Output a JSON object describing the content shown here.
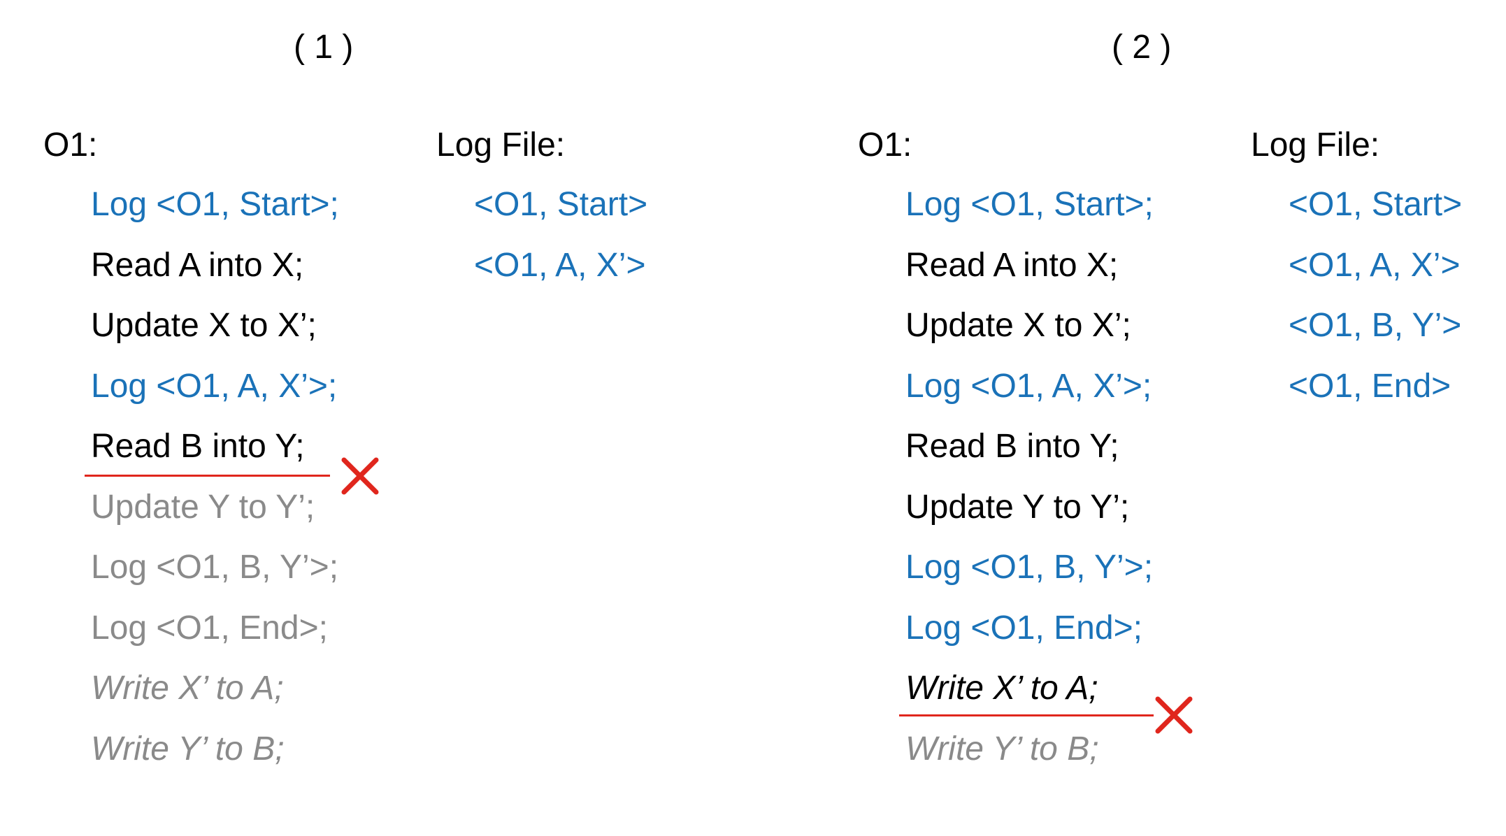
{
  "colors": {
    "text": "#000000",
    "logged": "#1a72b8",
    "not_executed": "#8a8a8a",
    "failure": "#e0261d"
  },
  "panels": [
    {
      "title": "( 1 )",
      "transaction_label": "O1:",
      "log_label": "Log File:",
      "steps": [
        {
          "text": "Log <O1, Start>;",
          "style": "logged"
        },
        {
          "text": "Read A into X;",
          "style": "executed"
        },
        {
          "text": "Update X to X’;",
          "style": "executed"
        },
        {
          "text": "Log <O1, A, X’>;",
          "style": "logged"
        },
        {
          "text": "Read B into Y;",
          "style": "executed"
        },
        {
          "text": "Update Y to Y’;",
          "style": "not-executed"
        },
        {
          "text": "Log <O1, B, Y’>;",
          "style": "not-executed"
        },
        {
          "text": "Log <O1, End>;",
          "style": "not-executed"
        },
        {
          "text": "Write X’ to A;",
          "style": "not-executed-write"
        },
        {
          "text": "Write Y’ to B;",
          "style": "not-executed-write"
        }
      ],
      "log_entries": [
        "<O1, Start>",
        "<O1, A, X’>"
      ],
      "failure_marker": "cross-icon"
    },
    {
      "title": "( 2 )",
      "transaction_label": "O1:",
      "log_label": "Log File:",
      "steps": [
        {
          "text": "Log <O1, Start>;",
          "style": "logged"
        },
        {
          "text": "Read A into X;",
          "style": "executed"
        },
        {
          "text": "Update X to X’;",
          "style": "executed"
        },
        {
          "text": "Log <O1, A, X’>;",
          "style": "logged"
        },
        {
          "text": "Read B into Y;",
          "style": "executed"
        },
        {
          "text": "Update Y to Y’;",
          "style": "executed"
        },
        {
          "text": "Log <O1, B, Y’>;",
          "style": "logged"
        },
        {
          "text": "Log <O1, End>;",
          "style": "logged"
        },
        {
          "text": "Write X’ to A;",
          "style": "executed-write"
        },
        {
          "text": "Write Y’ to B;",
          "style": "not-executed-write"
        }
      ],
      "log_entries": [
        "<O1, Start>",
        "<O1, A, X’>",
        "<O1, B, Y’>",
        "<O1, End>"
      ],
      "failure_marker": "cross-icon"
    }
  ]
}
